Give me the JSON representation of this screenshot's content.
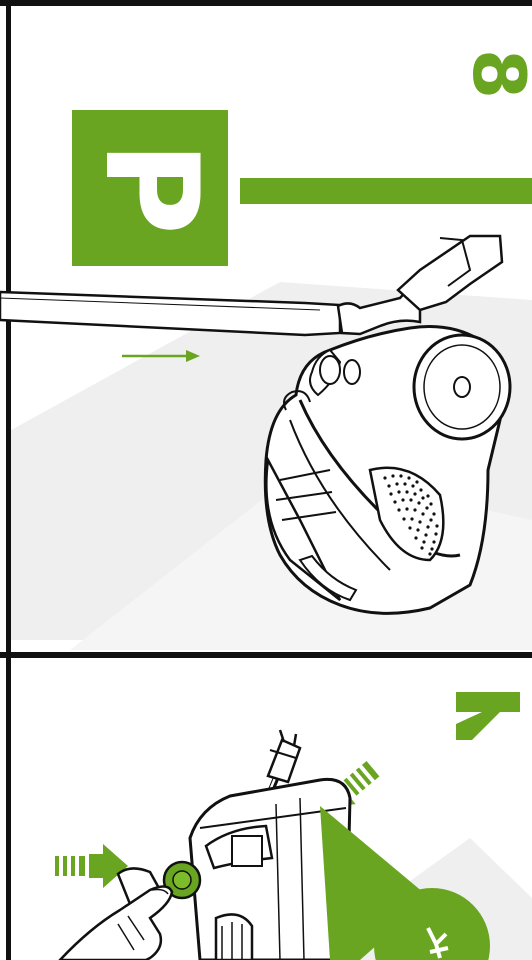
{
  "steps": {
    "top": {
      "number": "8",
      "label": "P"
    },
    "bottom": {
      "number": "7"
    }
  },
  "colors": {
    "accent": "#6aa521",
    "outline": "#111111",
    "shade": "#efefef"
  },
  "icons": [
    "vacuum-cleaner-icon",
    "hose-icon",
    "power-plug-icon",
    "hand-icon",
    "arrow-icon",
    "badge-icon"
  ]
}
